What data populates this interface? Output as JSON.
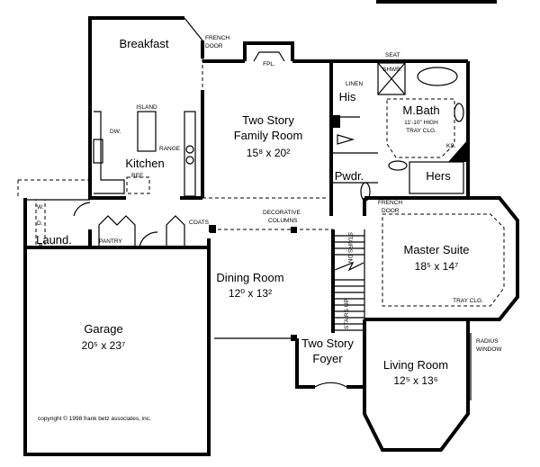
{
  "rooms": {
    "breakfast": {
      "name": "Breakfast"
    },
    "kitchen": {
      "name": "Kitchen"
    },
    "family": {
      "name1": "Two Story",
      "name2": "Family Room",
      "dims": "15⁸ x 20²"
    },
    "mbath": {
      "name": "M.Bath",
      "note1": "11'-10\" HIGH",
      "note2": "TRAY CLG."
    },
    "his": {
      "name": "His"
    },
    "hers": {
      "name": "Hers"
    },
    "powder": {
      "name": "Pwdr."
    },
    "master": {
      "name": "Master Suite",
      "dims": "18⁵ x 14⁷",
      "note": "TRAY CLG."
    },
    "laundry": {
      "name": "Laund."
    },
    "dining": {
      "name": "Dining Room",
      "dims": "12⁰ x 13²"
    },
    "garage": {
      "name": "Garage",
      "dims": "20⁵ x 23⁷"
    },
    "foyer": {
      "name1": "Two Story",
      "name2": "Foyer"
    },
    "living": {
      "name": "Living Room",
      "dims": "12⁵ x 13⁶"
    }
  },
  "annotations": {
    "french_door_1a": "FRENCH",
    "french_door_1b": "DOOR",
    "fireplace": "FPL.",
    "island": "ISLAND",
    "dishwasher": "DW.",
    "range": "RANGE",
    "refrigerator": "REF.",
    "linen": "LINEN",
    "seat": "SEAT",
    "shower": "SHWR.",
    "ks": "KS.",
    "french_door_2a": "FRENCH",
    "french_door_2b": "DOOR",
    "pantry": "PANTRY",
    "coats": "COATS",
    "decorative_a": "DECORATIVE",
    "decorative_b": "COLUMNS",
    "washer": "W.",
    "dryer": "D.",
    "stairs_dn": "STAIRS DN",
    "stairs_up": "STAIRS UP",
    "radius_a": "RADIUS",
    "radius_b": "WINDOW"
  },
  "copyright": "copyright © 1998 frank betz associates, inc."
}
